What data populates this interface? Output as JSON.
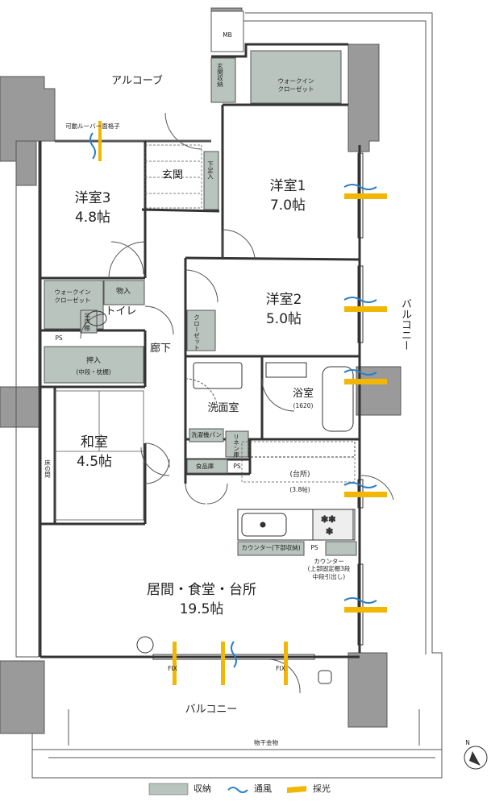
{
  "rooms": {
    "alcove": "アルコーブ",
    "mb": "MB",
    "entrance_storage": "玄関収納",
    "walkin_closet_1": "ウォークイン\nクローゼット",
    "louver": "可動ルーバー面格子",
    "entrance": "玄関",
    "shoe_storage": "下足入",
    "western1_name": "洋室1",
    "western1_size": "7.0帖",
    "western3_name": "洋室3",
    "western3_size": "4.8帖",
    "western2_name": "洋室2",
    "western2_size": "5.0帖",
    "walkin_closet_2": "ウォークイン\nクローゼット",
    "storage_mono": "物入",
    "toilet": "トイレ",
    "hanging_cabinet": "吊戸棚",
    "ps": "PS",
    "closet": "クローゼット",
    "corridor": "廊下",
    "oshiire": "押入",
    "oshiire_note": "(中段・枕棚)",
    "washroom": "洗面室",
    "bathroom": "浴室",
    "bath_size": "(1620)",
    "washer_pan": "洗濯機パン",
    "linen": "リネン庫",
    "pantry": "食品庫",
    "washitsu_name": "和室",
    "washitsu_size": "4.5帖",
    "tokonoma": "床の間",
    "kitchen_name": "(台所)",
    "kitchen_size": "(3.8帖)",
    "counter_lower": "カウンター(下部収納)",
    "counter_note": "カウンター\n(上部固定棚3段\n中段引出し)",
    "ldk_name": "居間・食堂・台所",
    "ldk_size": "19.5帖",
    "balcony_bottom": "バルコニー",
    "balcony_right": "バルコニー",
    "fix": "FIX",
    "drying_hardware": "物干金物",
    "north": "N"
  },
  "legend": {
    "storage": "収納",
    "ventilation": "通風",
    "lighting": "採光"
  },
  "colors": {
    "storage_fill": "#b9c4be",
    "wall": "#8a8a8a",
    "ventilation": "#2a7fc4",
    "lighting": "#f2b705",
    "line": "#333333"
  }
}
